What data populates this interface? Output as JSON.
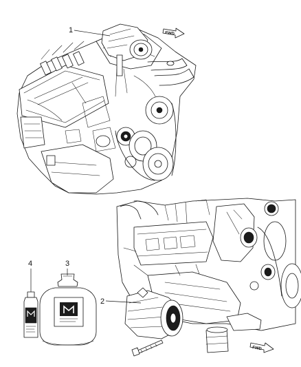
{
  "callouts": [
    {
      "number": "1",
      "part": "compressor-upper"
    },
    {
      "number": "2",
      "part": "compressor-lower"
    },
    {
      "number": "3",
      "part": "refrigerant-canister"
    },
    {
      "number": "4",
      "part": "oil-bottle"
    }
  ],
  "fwd_label": "FWD",
  "colors": {
    "ink": "#111111",
    "paper": "#ffffff",
    "shade": "#1c1c1c"
  }
}
